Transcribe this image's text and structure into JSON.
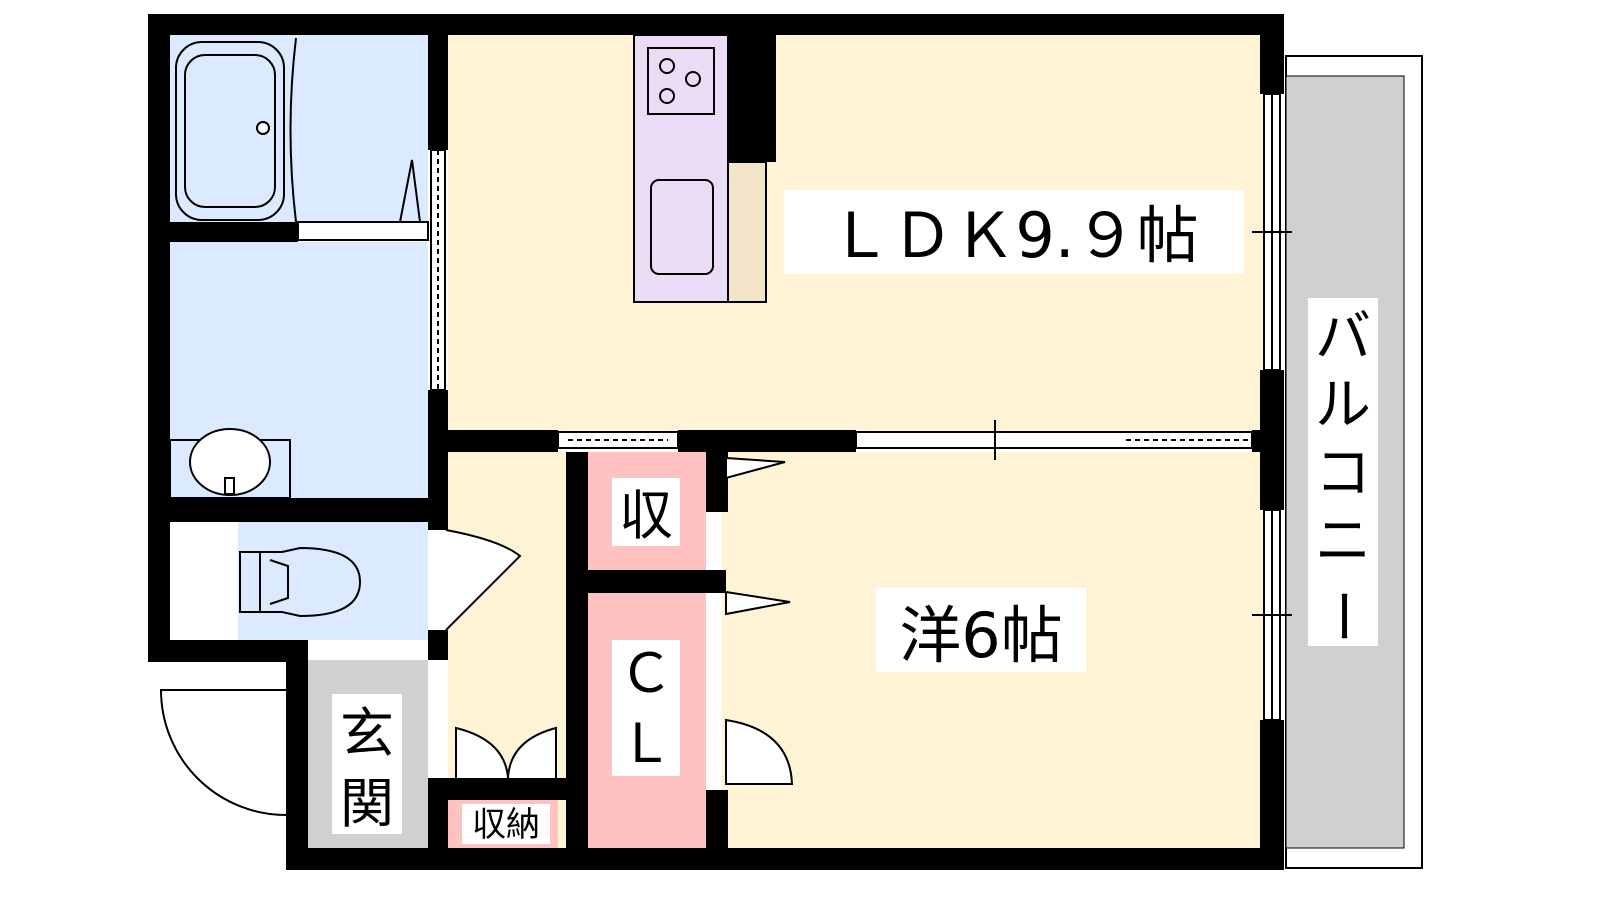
{
  "labels": {
    "ldk": "ＬＤＫ9.９帖",
    "western": "洋6帖",
    "storage": "収",
    "closet_c": "Ｃ",
    "closet_l": "Ｌ",
    "storage_small": "収納",
    "entrance_1": "玄",
    "entrance_2": "関",
    "balcony": [
      "バ",
      "ル",
      "コ",
      "ニ",
      "ー"
    ]
  },
  "colors": {
    "wall": "#000000",
    "ldk_floor": "#fff3d6",
    "wet_area": "#dbeafe",
    "kitchen": "#eadcf5",
    "counter": "#f2e4c8",
    "storage": "#ffc1c1",
    "entrance": "#d0d0d0",
    "balcony": "#d0d0d0"
  }
}
